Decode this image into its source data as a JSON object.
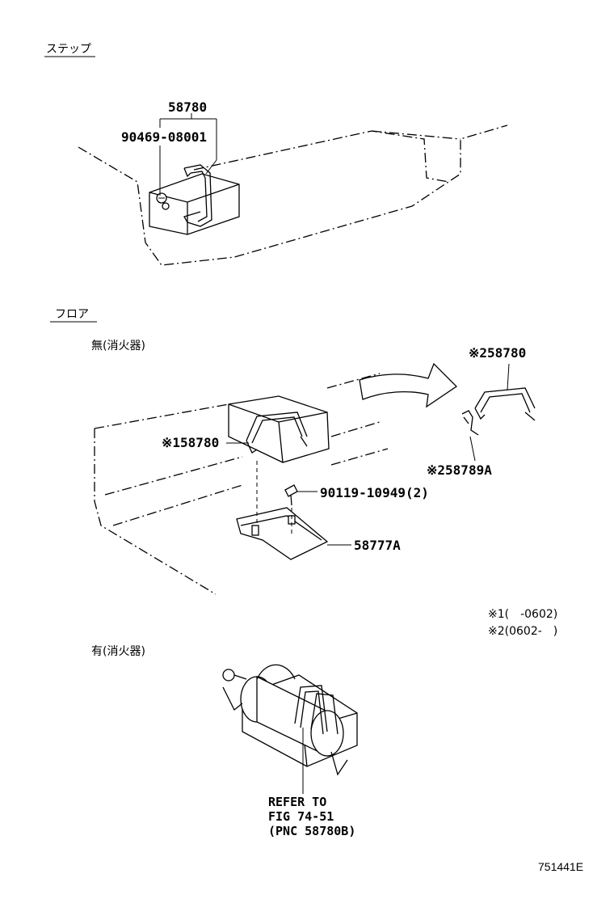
{
  "sections": {
    "step": "ステップ",
    "floor": "フロア",
    "without_extinguisher": "無(消火器)",
    "with_extinguisher": "有(消火器)"
  },
  "labels": {
    "step_holder": "58780",
    "step_screw": "90469-08001",
    "floor_holder_new": "※258780",
    "floor_holder_old": "※158780",
    "floor_clip": "※258789A",
    "floor_bolt": "90119-10949(2)",
    "floor_bracket": "58777A"
  },
  "notes": {
    "note1": "※1(　-0602)",
    "note2": "※2(0602-　)"
  },
  "reference": {
    "line1": "REFER TO",
    "line2": "FIG 74-51",
    "line3": "(PNC 58780B)"
  },
  "figure_id": "751441E"
}
